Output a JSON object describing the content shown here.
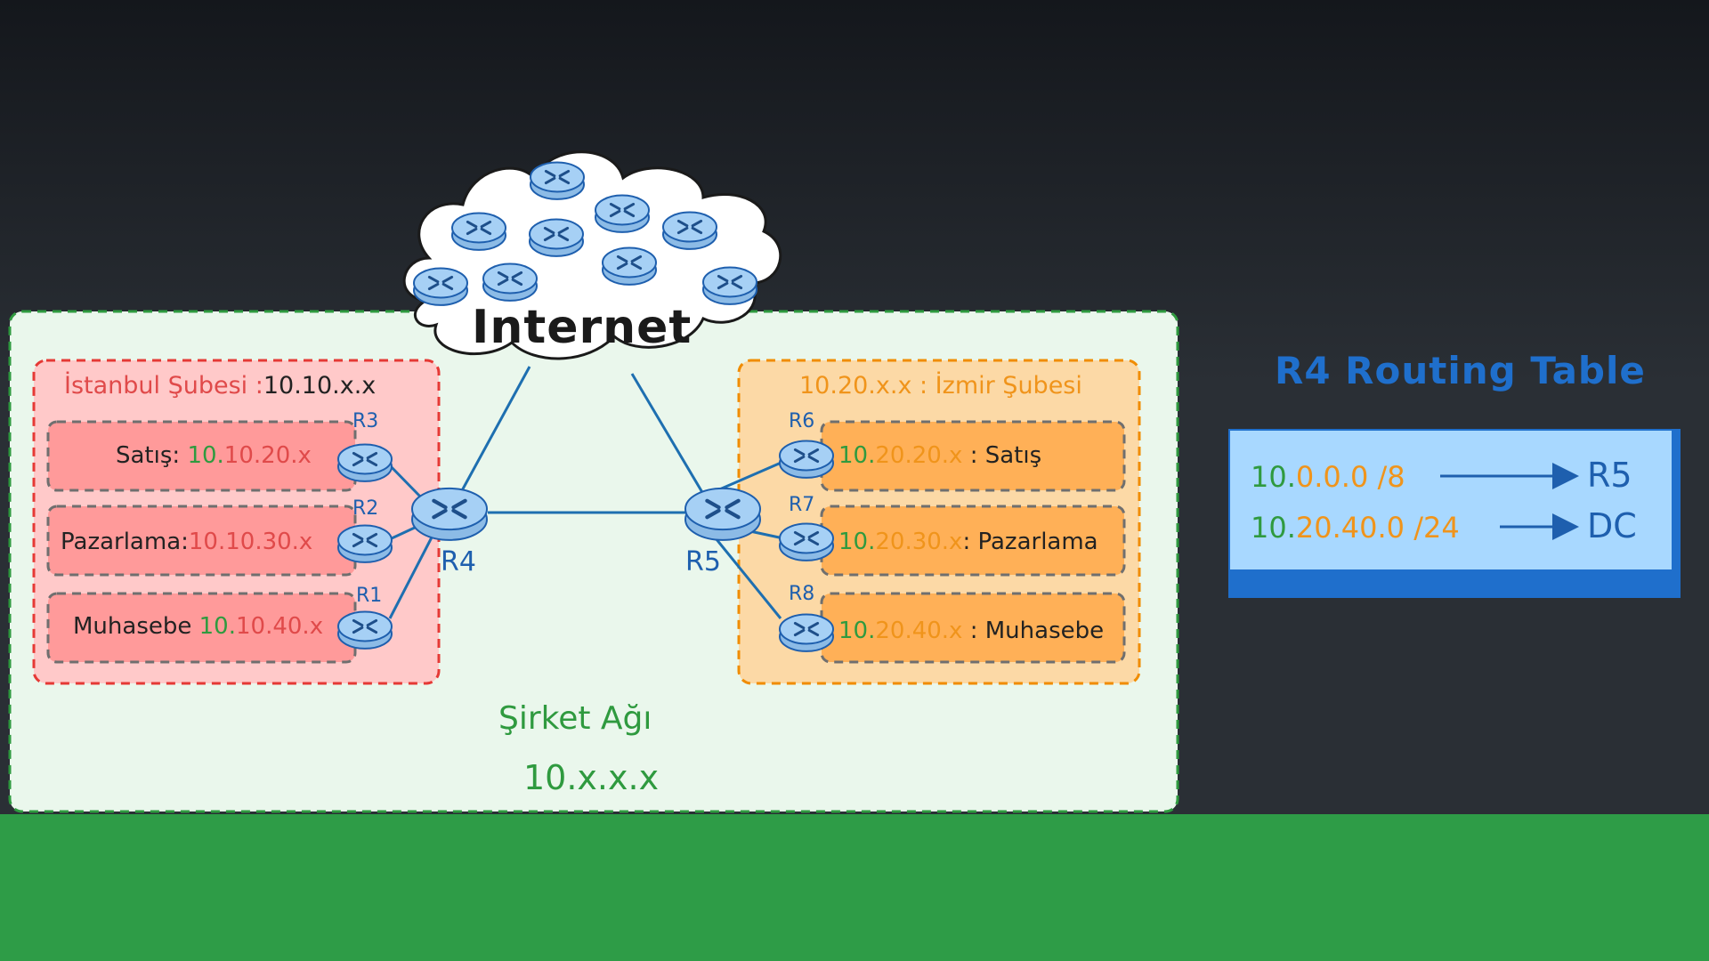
{
  "internet": {
    "label": "Internet"
  },
  "company": {
    "name": "Şirket Ağı",
    "network": "10.x.x.x"
  },
  "istanbul": {
    "title_name": "İstanbul Şubesi :",
    "title_net": "10.10.x.x",
    "departments": [
      {
        "name": "Satış:",
        "net_prefix": "10.",
        "net_rest": "10.20.x",
        "router": "R3"
      },
      {
        "name": "Pazarlama:",
        "net_prefix": "",
        "net_rest": "10.10.30.x",
        "router": "R2"
      },
      {
        "name": "Muhasebe",
        "net_prefix": "10.",
        "net_rest": "10.40.x",
        "router": "R1"
      }
    ],
    "core_router": "R4"
  },
  "izmir": {
    "title_net": "10.20.x.x",
    "title_name": " : İzmir Şubesi",
    "departments": [
      {
        "net_prefix": "10.",
        "net_rest": "20.20.x",
        "name": ": Satış",
        "router": "R6"
      },
      {
        "net_prefix": "10.",
        "net_rest": "20.30.x",
        "name": ": Pazarlama",
        "router": "R7"
      },
      {
        "net_prefix": "10.",
        "net_rest": "20.40.x",
        "name": " : Muhasebe",
        "router": "R8"
      }
    ],
    "core_router": "R5"
  },
  "routing_table": {
    "title": "R4 Routing Table",
    "routes": [
      {
        "prefix_a": "10.",
        "prefix_b": "0.0.0 /8",
        "next_hop": "R5"
      },
      {
        "prefix_a": "10.",
        "prefix_b": "20.40.0 /24",
        "next_hop": "DC"
      }
    ]
  },
  "colors": {
    "company_border": "#2f9a3f",
    "company_fill": "#eaf7ec",
    "istanbul_border": "#e53935",
    "istanbul_fill": "#ffc9c9",
    "istanbul_row": "#ff9a9a",
    "izmir_border": "#f08c00",
    "izmir_fill": "#fcd9a6",
    "izmir_row": "#ffb057",
    "link": "#1e6fb0",
    "router_fill": "#a6d0f5",
    "routing_table_fill": "#a8d8ff",
    "routing_table_shadow": "#1f6fcc"
  }
}
